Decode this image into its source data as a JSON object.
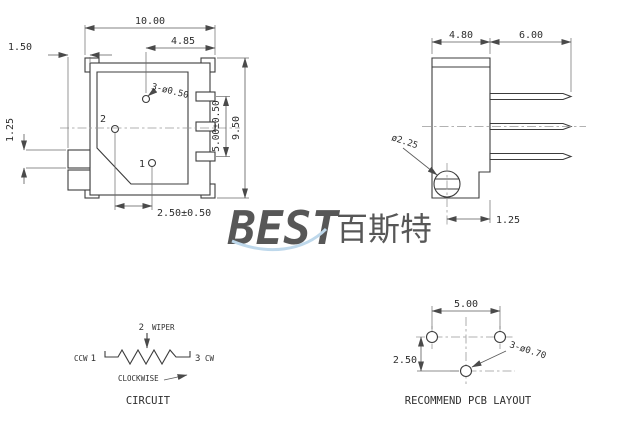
{
  "drawing": {
    "front": {
      "dim_overall_width": "10.00",
      "dim_tab_width": "1.50",
      "dim_pin_top_offset": "4.85",
      "dim_overall_height": "9.50",
      "dim_pin_span": "5.00±0.50",
      "dim_tab_height": "1.25",
      "dim_pin_offset": "2.50±0.50",
      "hole_callout": "3-ø0.50",
      "pin2_label": "2",
      "pin1_label": "1"
    },
    "side": {
      "dim_body_width": "4.80",
      "dim_pin_length": "6.00",
      "screw_callout": "ø2.25",
      "dim_edge_offset": "1.25"
    },
    "circuit": {
      "pin2_label": "2",
      "wiper_label": "WIPER",
      "ccw_label": "CCW",
      "pin1_label": "1",
      "pin3_label": "3",
      "cw_label": "CW",
      "rotation_label": "CLOCKWISE",
      "caption": "CIRCUIT"
    },
    "pcb": {
      "dim_hole_pitch_x": "5.00",
      "dim_hole_pitch_y": "2.50",
      "hole_callout": "3-ø0.70",
      "caption": "RECOMMEND PCB LAYOUT"
    },
    "watermark": {
      "latin": "BEST",
      "cjk": "百斯特"
    }
  },
  "colors": {
    "line": "#3c3c3c",
    "watermark_dark": "#aecfe7",
    "watermark_light": "#c3d9ec"
  }
}
